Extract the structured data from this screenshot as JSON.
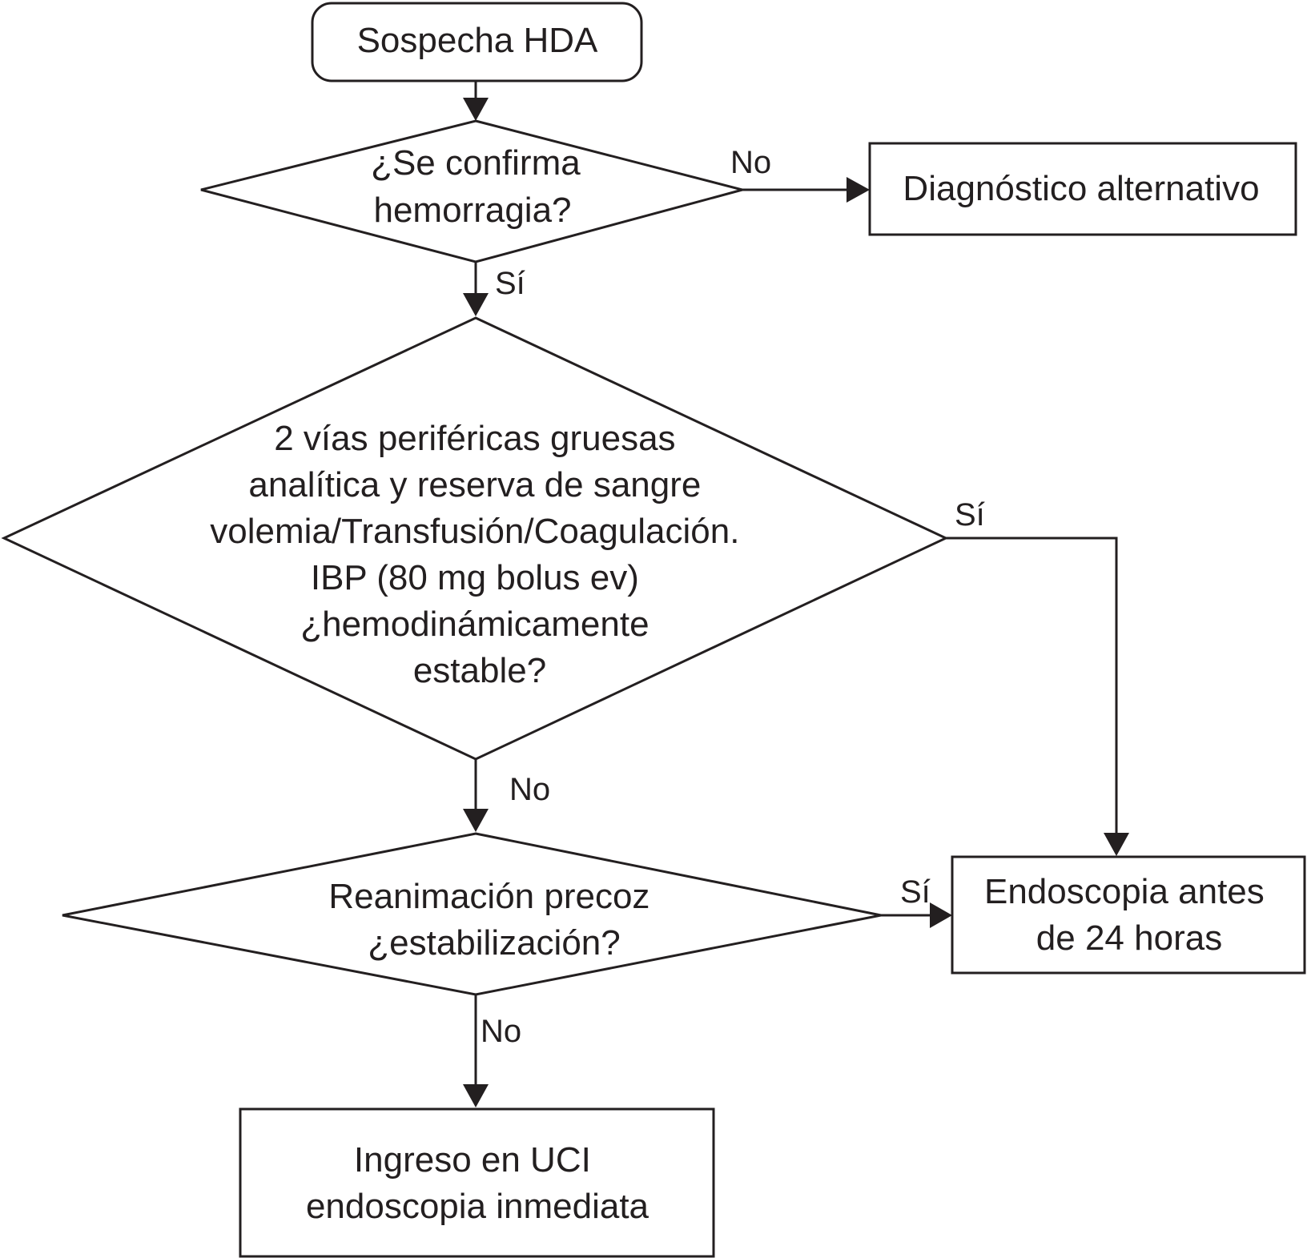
{
  "nodes": {
    "start": {
      "lines": [
        "Sospecha HDA"
      ]
    },
    "confirm": {
      "lines": [
        "¿Se confirma",
        "hemorragia?"
      ]
    },
    "alternative": {
      "lines": [
        "Diagnóstico alternativo"
      ]
    },
    "stable": {
      "lines": [
        "2 vías periféricas gruesas",
        "analítica y reserva de sangre",
        "volemia/Transfusión/Coagulación.",
        "IBP (80 mg bolus ev)",
        "¿hemodinámicamente",
        "estable?"
      ]
    },
    "resuscitation": {
      "lines": [
        "Reanimación precoz",
        "¿estabilización?"
      ]
    },
    "endoscopy24": {
      "lines": [
        "Endoscopia antes",
        "de 24 horas"
      ]
    },
    "icu": {
      "lines": [
        "Ingreso en UCI",
        "endoscopia inmediata"
      ]
    }
  },
  "edges": {
    "confirm_no": "No",
    "confirm_yes": "Sí",
    "stable_yes": "Sí",
    "stable_no": "No",
    "resuscitation_yes": "Sí",
    "resuscitation_no": "No"
  },
  "colors": {
    "stroke": "#231f20",
    "text": "#231f20",
    "background": "#ffffff"
  }
}
